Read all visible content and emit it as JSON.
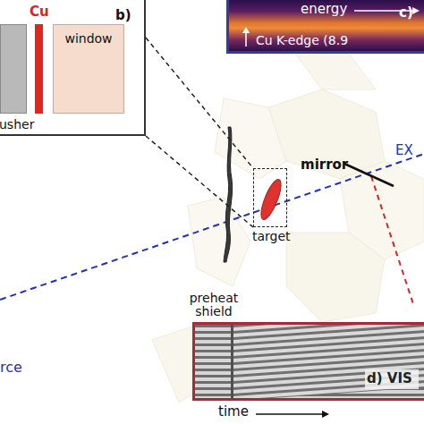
{
  "diagram": {
    "nodes": [
      {
        "text": [
          "b)"
        ]
      },
      {
        "text": [
          "usher"
        ],
        "in": 0
      },
      {
        "text": [
          "Cu"
        ],
        "in": 0
      },
      {
        "text": [
          "window"
        ],
        "in": 0
      },
      {
        "text": [
          "c)",
          "energy",
          "Cu K-edge (8.9"
        ]
      },
      {
        "text": [
          "target"
        ]
      },
      {
        "text": [
          "preheat shield"
        ]
      },
      {
        "text": [
          "d) VIS"
        ]
      }
    ],
    "edges": [
      {
        "from": 0,
        "to": 5,
        "arrow": "none"
      },
      {
        "from": 0,
        "to": 5,
        "arrow": "none"
      }
    ],
    "labels": [
      "mirror",
      "EX",
      "rce",
      "time"
    ]
  }
}
